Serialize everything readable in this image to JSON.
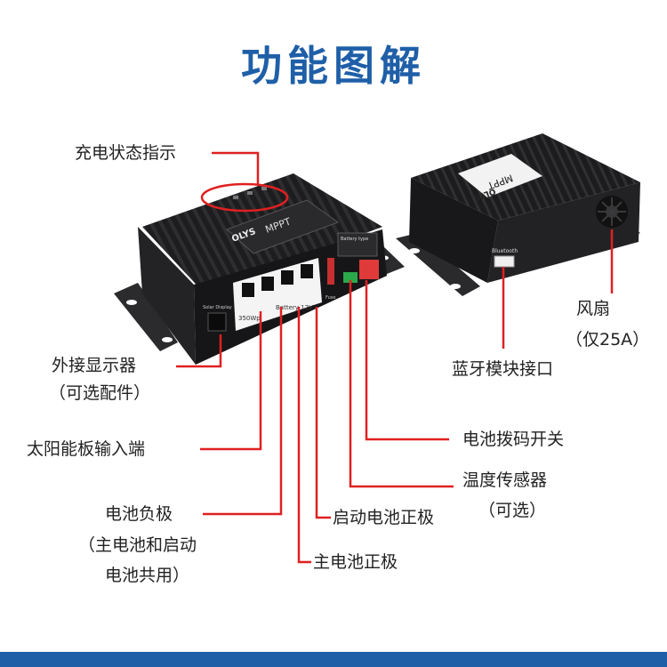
{
  "title": "功能图解",
  "device": {
    "brand": "OLYS",
    "model": "MPPT",
    "bluetooth": "Bluetooth",
    "port_labels": [
      "Solar Display",
      "350Wp",
      "Battery 12V",
      "Fuse"
    ],
    "switch_label": "Battery type"
  },
  "callouts": {
    "charge_indicator": "充电状态指示",
    "fan": "风扇",
    "fan_note": "（仅25A）",
    "bluetooth_port": "蓝牙模块接口",
    "ext_display": "外接显示器",
    "ext_display_note": "（可选配件）",
    "solar_input": "太阳能板输入端",
    "dip_switch": "电池拨码开关",
    "temp_sensor": "温度传感器",
    "temp_sensor_note": "（可选）",
    "battery_negative": "电池负极",
    "battery_negative_note1": "（主电池和启动",
    "battery_negative_note2": "电池共用）",
    "start_battery_positive": "启动电池正极",
    "main_battery_positive": "主电池正极"
  },
  "colors": {
    "title": "#1f5fa8",
    "callout_line": "#e02020",
    "bar": "#1f5fa8"
  }
}
